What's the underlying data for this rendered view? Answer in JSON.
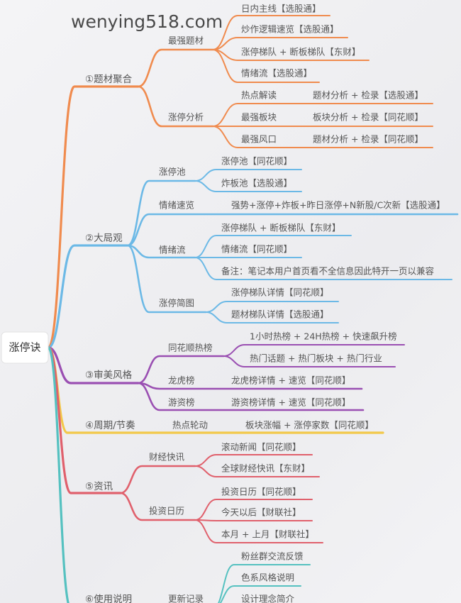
{
  "watermark": "wenying518.com",
  "colors": {
    "orange": "#f08b4e",
    "blue": "#6cb9e6",
    "purple": "#9a4fb2",
    "yellow": "#f2c84a",
    "red": "#e0606c",
    "teal": "#55c1c0"
  },
  "root": "涨停诀",
  "b1": {
    "label": "①题材聚合",
    "c1": {
      "label": "最强题材",
      "leaves": [
        "日内主线【选股通】",
        "炒作逻辑速览【选股通】",
        "涨停梯队 + 断板梯队【东财】",
        "情绪流【选股通】"
      ]
    },
    "c2": {
      "label": "涨停分析",
      "leaves": [
        {
          "name": "热点解读",
          "detail": "题材分析 + 检录【选股通】"
        },
        {
          "name": "最强板块",
          "detail": "板块分析 + 检录【同花顺】"
        },
        {
          "name": "最强风口",
          "detail": "题材分析 + 检录【同花顺】"
        }
      ]
    }
  },
  "b2": {
    "label": "②大局观",
    "c1": {
      "label": "涨停池",
      "leaves": [
        "涨停池【同花顺】",
        "炸板池【选股通】"
      ]
    },
    "c2": {
      "label": "情绪速览",
      "detail": "强势+涨停+炸板+昨日涨停+N新股/C次新【选股通】"
    },
    "c3": {
      "label": "情绪流",
      "leaves": [
        "涨停梯队 + 断板梯队【东财】",
        "情绪流【同花顺】",
        "备注：笔记本用户首页看不全信息因此特开一页以兼容"
      ]
    },
    "c4": {
      "label": "涨停简图",
      "leaves": [
        "涨停梯队详情【同花顺】",
        "题材梯队详情【选股通】"
      ]
    }
  },
  "b3": {
    "label": "③审美风格",
    "c1": {
      "label": "同花顺热榜",
      "leaves": [
        "1小时热榜 + 24H热榜 + 快速飙升榜",
        "热门话题 + 热门板块 + 热门行业"
      ]
    },
    "c2": {
      "label": "龙虎榜",
      "detail": "龙虎榜详情 + 速览【同花顺】"
    },
    "c3": {
      "label": "游资榜",
      "detail": "游资榜详情 + 速览【同花顺】"
    }
  },
  "b4": {
    "label": "④周期/节奏",
    "c1": {
      "label": "热点轮动",
      "detail": "板块涨幅 + 涨停家数【同花顺】"
    }
  },
  "b5": {
    "label": "⑤资讯",
    "c1": {
      "label": "财经快讯",
      "leaves": [
        "滚动新闻【同花顺】",
        "全球财经快讯【东财】"
      ]
    },
    "c2": {
      "label": "投资日历",
      "leaves": [
        "投资日历【同花顺】",
        "今天以后【财联社】",
        "本月 + 上月【财联社】"
      ]
    }
  },
  "b6": {
    "label": "⑥使用说明",
    "c1": {
      "label": "更新记录",
      "leaves": [
        "粉丝群交流反馈",
        "色系风格说明",
        "设计理念简介"
      ]
    }
  }
}
